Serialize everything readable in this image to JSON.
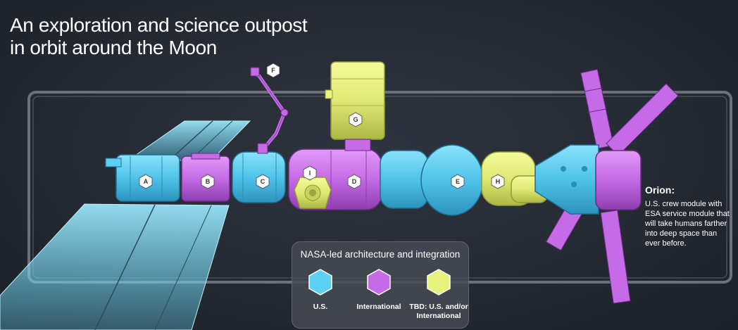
{
  "title": {
    "line1": "An exploration and science outpost",
    "line2": "in orbit around the Moon"
  },
  "modules": [
    {
      "label": "A",
      "category": "us"
    },
    {
      "label": "B",
      "category": "international"
    },
    {
      "label": "C",
      "category": "us"
    },
    {
      "label": "D",
      "category": "international"
    },
    {
      "label": "E",
      "category": "us"
    },
    {
      "label": "F",
      "category": "international"
    },
    {
      "label": "G",
      "category": "tbd"
    },
    {
      "label": "H",
      "category": "tbd"
    },
    {
      "label": "I",
      "category": "tbd"
    }
  ],
  "orion": {
    "heading": "Orion:",
    "description": "U.S. crew module with ESA service module that will take humans farther into deep space than ever before."
  },
  "legend": {
    "title": "NASA-led architecture and integration",
    "items": [
      {
        "label": "U.S.",
        "color": "#5cd0f2"
      },
      {
        "label": "International",
        "color": "#c66be8"
      },
      {
        "label": "TBD: U.S. and/or International",
        "color": "#e6f27a"
      }
    ]
  },
  "colors": {
    "us": "#5cd0f2",
    "international": "#c66be8",
    "tbd": "#e6f27a",
    "solar_panel": "#7fd8f2",
    "background": "#2a2f38"
  }
}
